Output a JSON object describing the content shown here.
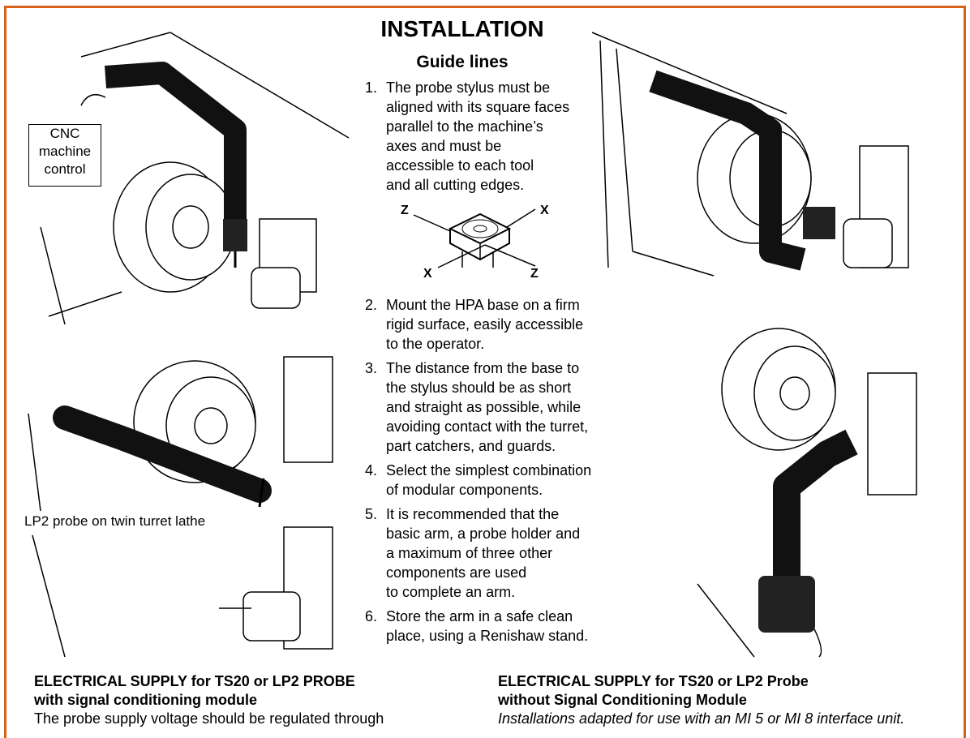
{
  "page": {
    "title": "INSTALLATION",
    "subtitle": "Guide lines",
    "border_color": "#d9621a"
  },
  "guidelines": [
    {
      "number": "1.",
      "text": "The probe stylus must be\naligned with its square faces\nparallel to the machine’s\naxes and must be\naccessible to each tool\nand all cutting edges."
    },
    {
      "number": "2.",
      "text": "Mount the HPA base on a firm\nrigid surface, easily accessible\nto the operator."
    },
    {
      "number": "3.",
      "text": "The distance from the base to\nthe stylus should be as short\nand straight as possible, while\navoiding contact with the turret,\npart catchers, and guards."
    },
    {
      "number": "4.",
      "text": "Select the simplest combination\nof modular components."
    },
    {
      "number": "5.",
      "text": "It is recommended that the\nbasic arm, a probe holder and\na maximum of three other\ncomponents are used\nto complete an arm."
    },
    {
      "number": "6.",
      "text": "Store the arm in a safe clean\nplace, using a Renishaw stand."
    }
  ],
  "axis_diagram": {
    "z_left": "Z",
    "x_right": "X",
    "x_bottom": "X",
    "z_bottom": "Z"
  },
  "illustrations": {
    "cnc_label": "CNC\nmachine\ncontrol",
    "caption": "LP2 probe on twin turret lathe"
  },
  "electrical": [
    {
      "heading1": "ELECTRICAL SUPPLY for TS20 or LP2 PROBE",
      "heading2": "with signal conditioning module",
      "body": "The probe supply voltage should be regulated through"
    },
    {
      "heading1": "ELECTRICAL SUPPLY for TS20 or LP2 Probe",
      "heading2": "without Signal Conditioning Module",
      "body": "Installations adapted for use with an MI 5 or MI 8 interface unit."
    }
  ]
}
